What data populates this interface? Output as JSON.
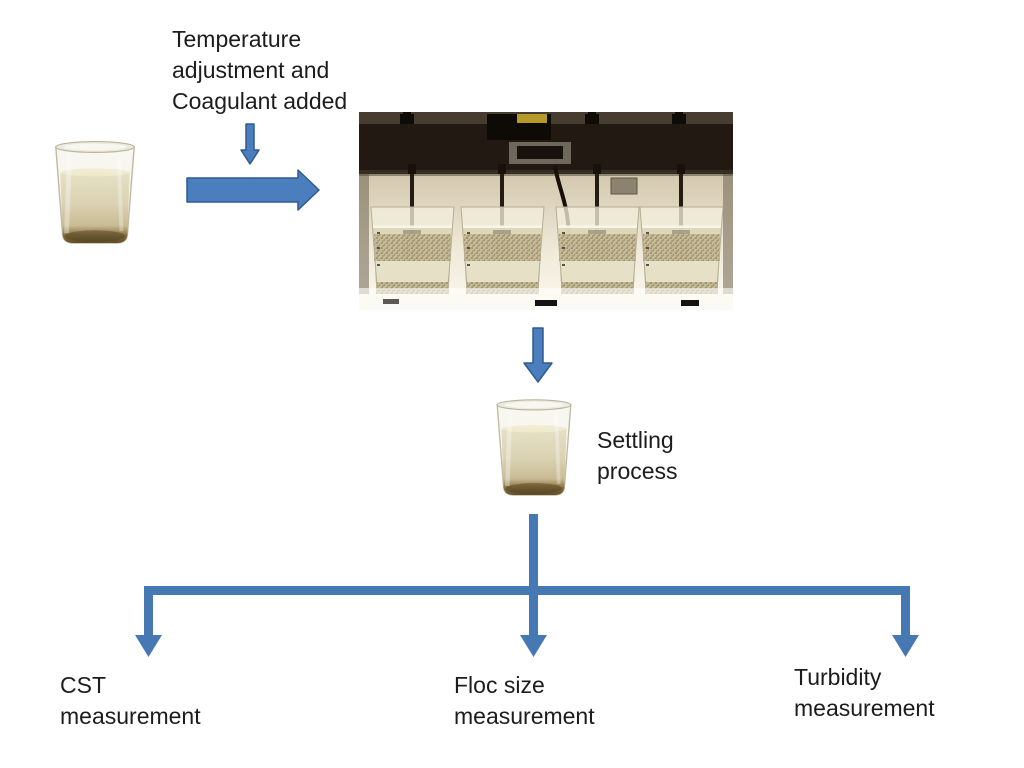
{
  "labels": {
    "coagulation": {
      "lines": [
        "Temperature",
        "adjustment and",
        "Coagulant added"
      ]
    },
    "settling": {
      "lines": [
        "Settling",
        "process"
      ]
    },
    "outputs": {
      "cst": {
        "lines": [
          "CST",
          "measurement"
        ]
      },
      "floc": {
        "lines": [
          "Floc size",
          "measurement"
        ]
      },
      "turbidity": {
        "lines": [
          "Turbidity",
          "measurement"
        ]
      }
    }
  },
  "icons": {
    "coagulant_down_arrow": "block-arrow-down",
    "feed_right_arrow": "block-arrow-right",
    "settling_down_arrow": "block-arrow-down",
    "branch_connector": "three-way-branch-down-arrows",
    "raw_water_beaker": "beaker-photo",
    "jar_test_apparatus": "jar-test-apparatus-photo",
    "settled_sample_beaker": "beaker-photo"
  },
  "colors": {
    "arrow_fill": "#4a7ebc",
    "arrow_stroke": "#2f5a93",
    "connector_fill": "#4678b4",
    "text": "#1c1c1c",
    "background": "#ffffff"
  }
}
